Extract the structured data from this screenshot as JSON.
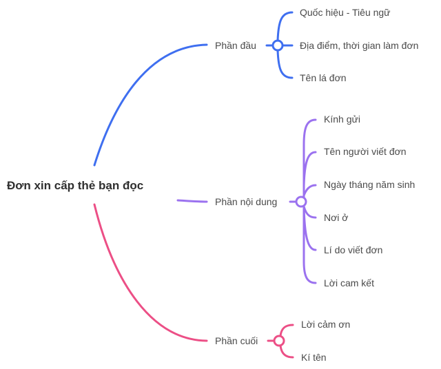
{
  "mindmap": {
    "root": {
      "label": "Đơn xin cấp thẻ bạn đọc"
    },
    "colors": {
      "blue": "#3f6ff0",
      "purple": "#9b72ef",
      "pink": "#ec4f86",
      "text": "#4a4a4a",
      "root_text": "#2f2f2f"
    },
    "branches": [
      {
        "label": "Phần đầu",
        "color": "#3f6ff0",
        "children": [
          "Quốc hiệu - Tiêu ngữ",
          "Địa điểm, thời gian làm đơn",
          "Tên lá đơn"
        ]
      },
      {
        "label": "Phần nội dung",
        "color": "#9b72ef",
        "children": [
          "Kính gửi",
          "Tên người viết đơn",
          "Ngày tháng năm sinh",
          "Nơi ở",
          "Lí do viết đơn",
          "Lời cam kết"
        ]
      },
      {
        "label": "Phần cuối",
        "color": "#ec4f86",
        "children": [
          "Lời cảm ơn",
          "Kí tên"
        ]
      }
    ]
  }
}
